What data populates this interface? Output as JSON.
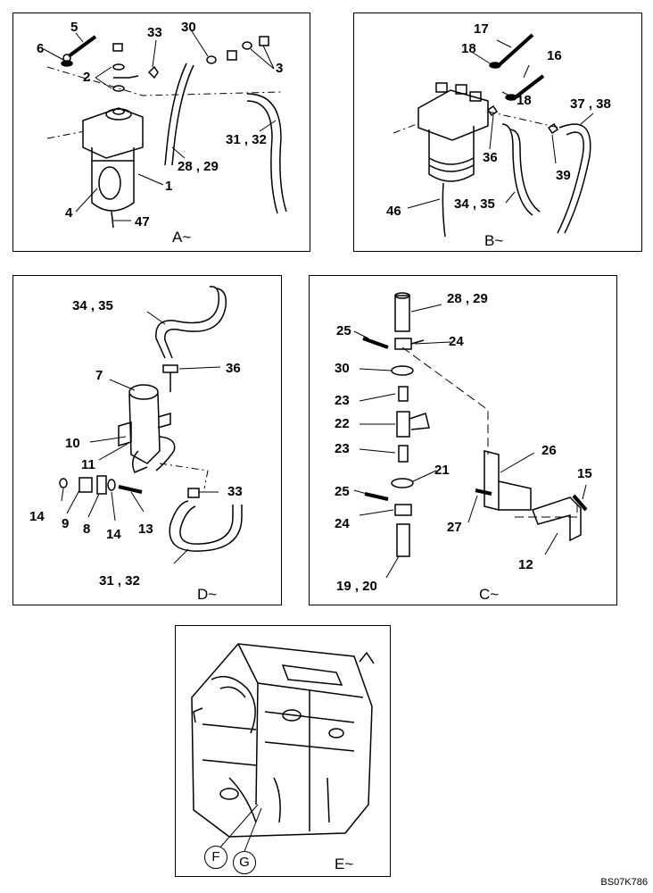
{
  "panels": {
    "a": {
      "caption": "A~",
      "labels": [
        "5",
        "6",
        "2",
        "33",
        "30",
        "3",
        "31 , 32",
        "28 , 29",
        "1",
        "4",
        "47"
      ]
    },
    "b": {
      "caption": "B~",
      "labels": [
        "17",
        "18",
        "16",
        "18",
        "37 , 38",
        "36",
        "39",
        "34 , 35",
        "46"
      ]
    },
    "d": {
      "caption": "D~",
      "labels": [
        "34 , 35",
        "7",
        "36",
        "10",
        "11",
        "33",
        "14",
        "9",
        "8",
        "14",
        "13",
        "31 , 32"
      ]
    },
    "c": {
      "caption": "C~",
      "labels": [
        "28 , 29",
        "25",
        "24",
        "30",
        "23",
        "22",
        "23",
        "21",
        "26",
        "15",
        "25",
        "27",
        "24",
        "12",
        "19 , 20"
      ]
    },
    "e": {
      "caption": "E~",
      "callouts": [
        "F",
        "G"
      ]
    }
  },
  "drawing_code": "BS07K786"
}
